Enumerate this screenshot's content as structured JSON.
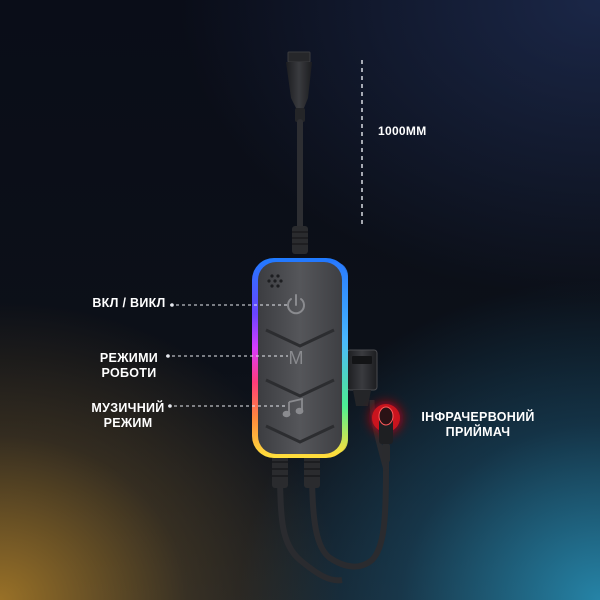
{
  "length_label": "1000ММ",
  "callouts": {
    "power": "ВКЛ / ВИКЛ",
    "modes_line1": "РЕЖИМИ",
    "modes_line2": "РОБОТИ",
    "music_line1": "МУЗИЧНИЙ",
    "music_line2": "РЕЖИМ",
    "ir_line1": "ІНФРАЧЕРВОНИЙ",
    "ir_line2": "ПРИЙМАЧ"
  },
  "buttons": {
    "power_icon": "power-icon",
    "mode_glyph": "M",
    "music_icon": "music-note-icon"
  },
  "colors": {
    "controller_body": "#4a4b4f",
    "cable": "#2b2c30",
    "ir_glow": "#d0141e",
    "rgb_ring": [
      "#2a8cff",
      "#9b3cff",
      "#ff3c8c",
      "#ffd23c",
      "#3cff8c"
    ]
  }
}
